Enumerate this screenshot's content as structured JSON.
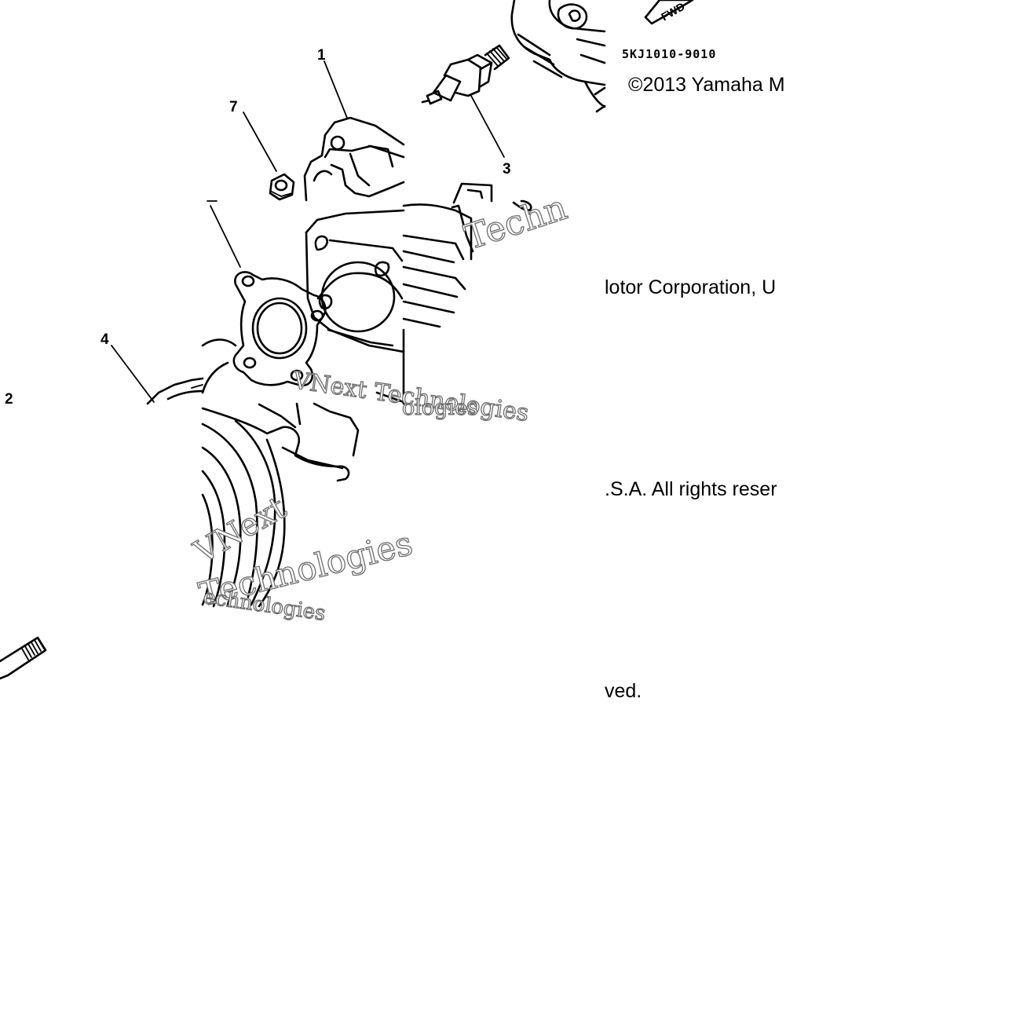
{
  "diagram": {
    "part_code": "5KJ1010-9010",
    "fwd_label": "FWD",
    "callouts": [
      "1",
      "2",
      "3",
      "4",
      "7"
    ],
    "copyright_lines": [
      "©2013 Yamaha M",
      "lotor Corporation, U",
      ".S.A. All rights reser",
      "ved."
    ],
    "watermarks": [
      "VNext Technologies",
      "Techn",
      "ologies",
      "VNext",
      "Technologies",
      "echnologies"
    ]
  }
}
